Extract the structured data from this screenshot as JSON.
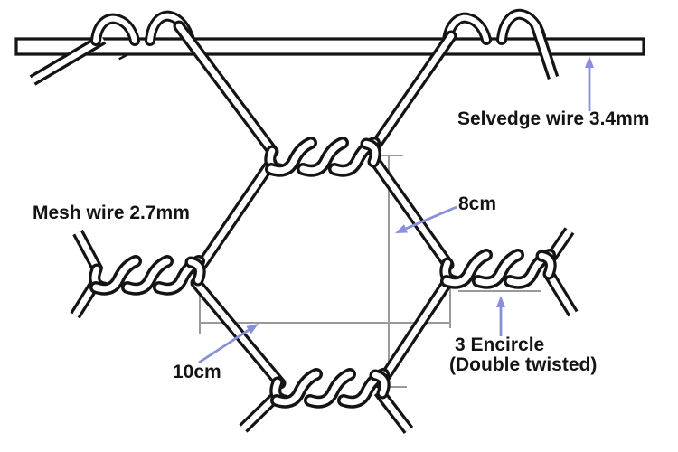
{
  "diagram": {
    "title": "hexagonal wire mesh specification diagram",
    "labels": {
      "selvedge": "Selvedge wire 3.4mm",
      "mesh": "Mesh wire 2.7mm",
      "dim_height": "8cm",
      "dim_width": "10cm",
      "encircle_line1": "3 Encircle",
      "encircle_line2": "(Double twisted)"
    },
    "icons": {
      "arrow_selvedge": "up-arrow",
      "arrow_8cm": "down-left-arrow",
      "arrow_10cm": "up-right-arrow",
      "arrow_encircle": "up-arrow"
    },
    "colors": {
      "background": "#ffffff",
      "wire_outline": "#141414",
      "wire_fill": "#ffffff",
      "dimension_line": "#9a9a9a",
      "arrow": "#8a8fdd",
      "text": "#141414"
    }
  }
}
